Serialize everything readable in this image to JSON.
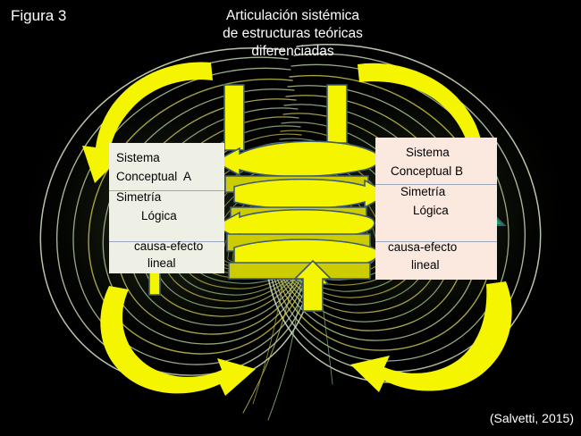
{
  "figure": {
    "label": "Figura 3",
    "citation": "(Salvetti, 2015)"
  },
  "title": {
    "line1": "Articulación sistémica",
    "line2": "de estructuras teóricas",
    "line3": "diferenciadas"
  },
  "boxes": {
    "left": {
      "name": "Sistema Conceptual A",
      "line1": "Sistema",
      "line2": "Conceptual  A",
      "line3": "Simetría",
      "line4": "Lógica",
      "line5": "causa-efecto",
      "line6": "lineal",
      "bg_color": "#eef0e6"
    },
    "right": {
      "name": "Sistema Conceptual B",
      "line1": "Sistema",
      "line2": "Conceptual B",
      "line3": "Simetría",
      "line4": "Lógica",
      "line5": "causa-efecto",
      "line6": "lineal",
      "bg_color": "#fbe9df"
    }
  },
  "colors": {
    "background": "#000000",
    "arrow_yellow": "#f5f500",
    "arrow_yellow_shade": "#cccc00",
    "arrow_outline": "#3d5a73",
    "arrow_green": "#16a05a",
    "attractor_green": "#9fcf8a",
    "attractor_olive": "#c9c24a",
    "text_white": "#ffffff",
    "rule_blue": "#9aa7bd"
  },
  "graphics": {
    "background_image": "lorenz-attractor-butterfly",
    "spiral": "coiled-helix-arrow-between-systems",
    "arrows": [
      {
        "name": "curved-arrow-top-left",
        "direction": "down-left"
      },
      {
        "name": "curved-arrow-top-right",
        "direction": "down-right"
      },
      {
        "name": "curved-arrow-bottom-left",
        "direction": "right-up"
      },
      {
        "name": "curved-arrow-bottom-right",
        "direction": "left-up"
      },
      {
        "name": "vertical-arrow-into-left-box",
        "direction": "up"
      },
      {
        "name": "vertical-arrow-into-right-box",
        "direction": "up"
      },
      {
        "name": "green-arrow-left-box",
        "direction": "up"
      },
      {
        "name": "green-arrow-right-box",
        "direction": "up"
      },
      {
        "name": "spiral-arrowhead-left-upper",
        "direction": "left"
      },
      {
        "name": "spiral-arrowhead-right-upper",
        "direction": "right"
      },
      {
        "name": "spiral-arrowhead-left-lower",
        "direction": "left"
      }
    ]
  }
}
